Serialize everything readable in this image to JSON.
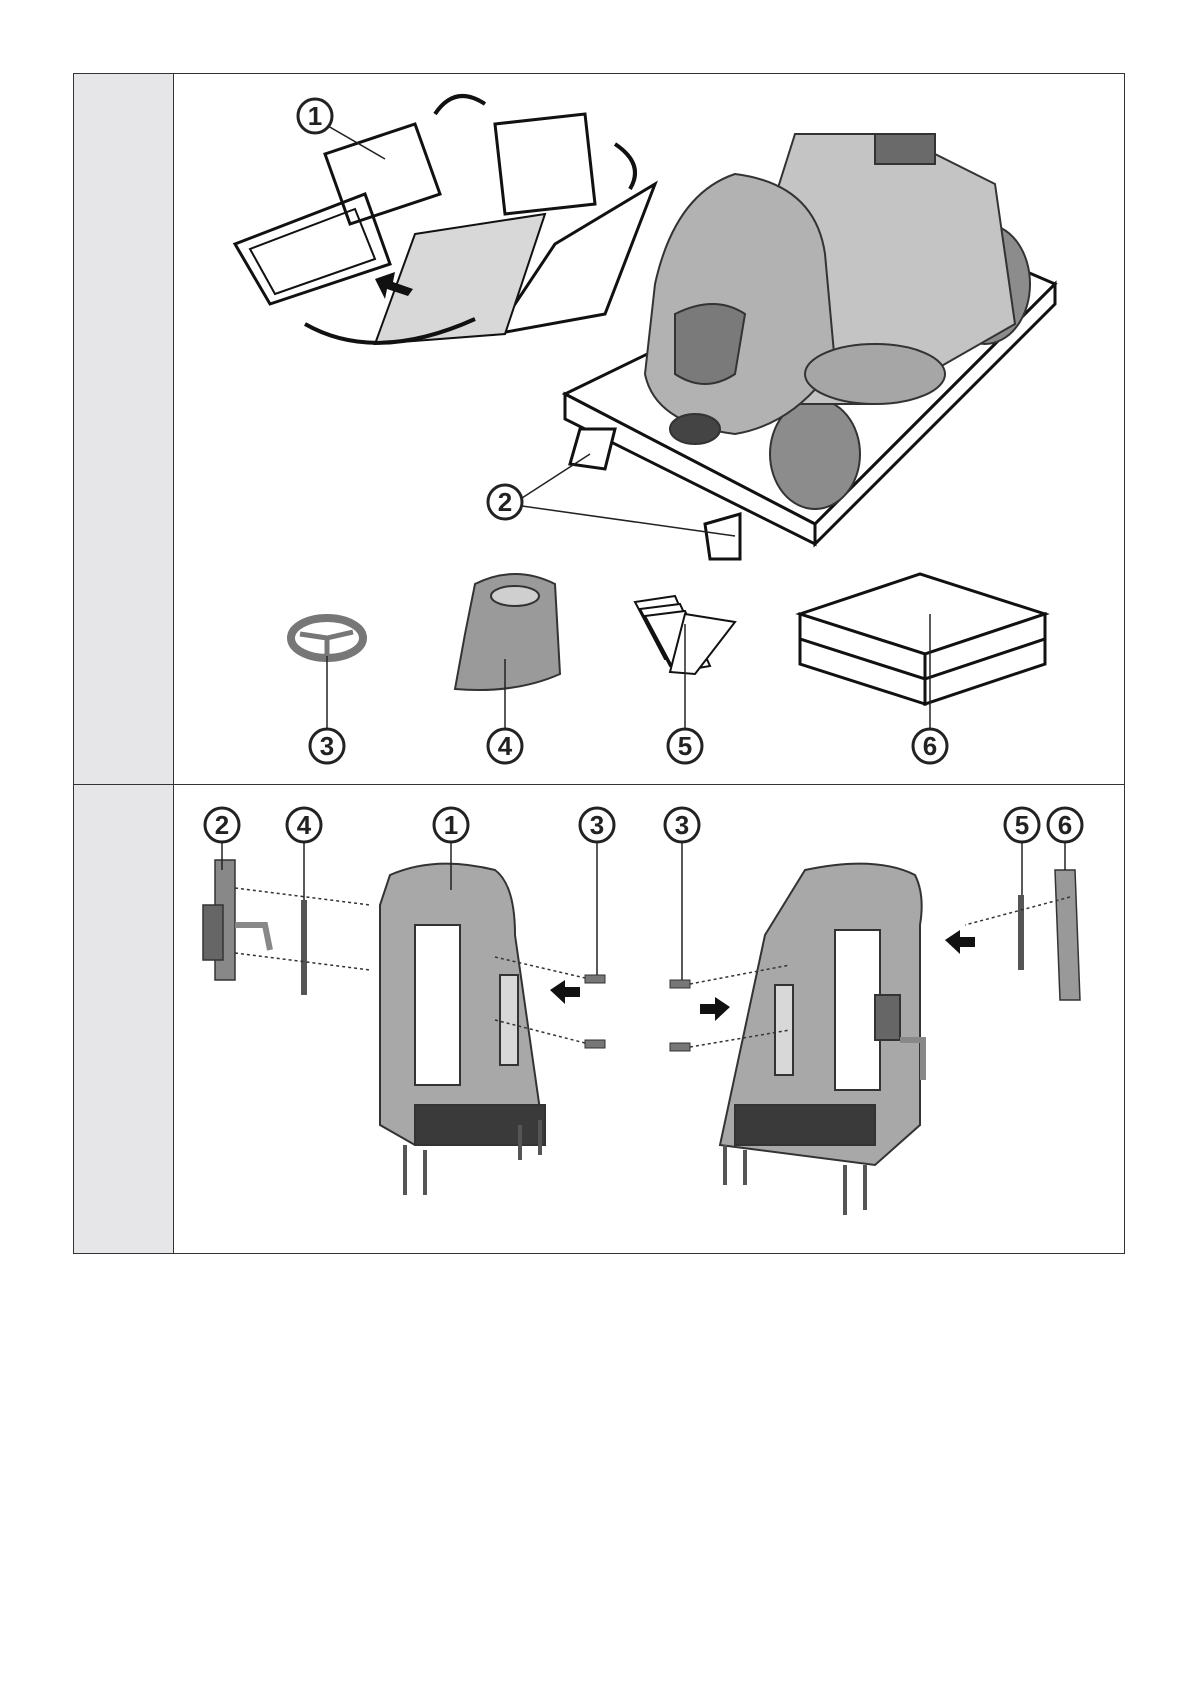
{
  "panels": {
    "top": {
      "callouts": [
        "1",
        "2",
        "3",
        "4",
        "5",
        "6"
      ]
    },
    "bottom": {
      "callouts_left": [
        "2",
        "4",
        "1",
        "3"
      ],
      "callouts_right": [
        "3",
        "5",
        "6"
      ]
    }
  },
  "icon_names": [
    "arrow-rotate-icon",
    "arrow-push-icon"
  ],
  "colors": {
    "sidebar": "#e6e6e8",
    "line": "#333333",
    "metal": "#9a9a9a",
    "metal_dark": "#5a5a5a"
  }
}
